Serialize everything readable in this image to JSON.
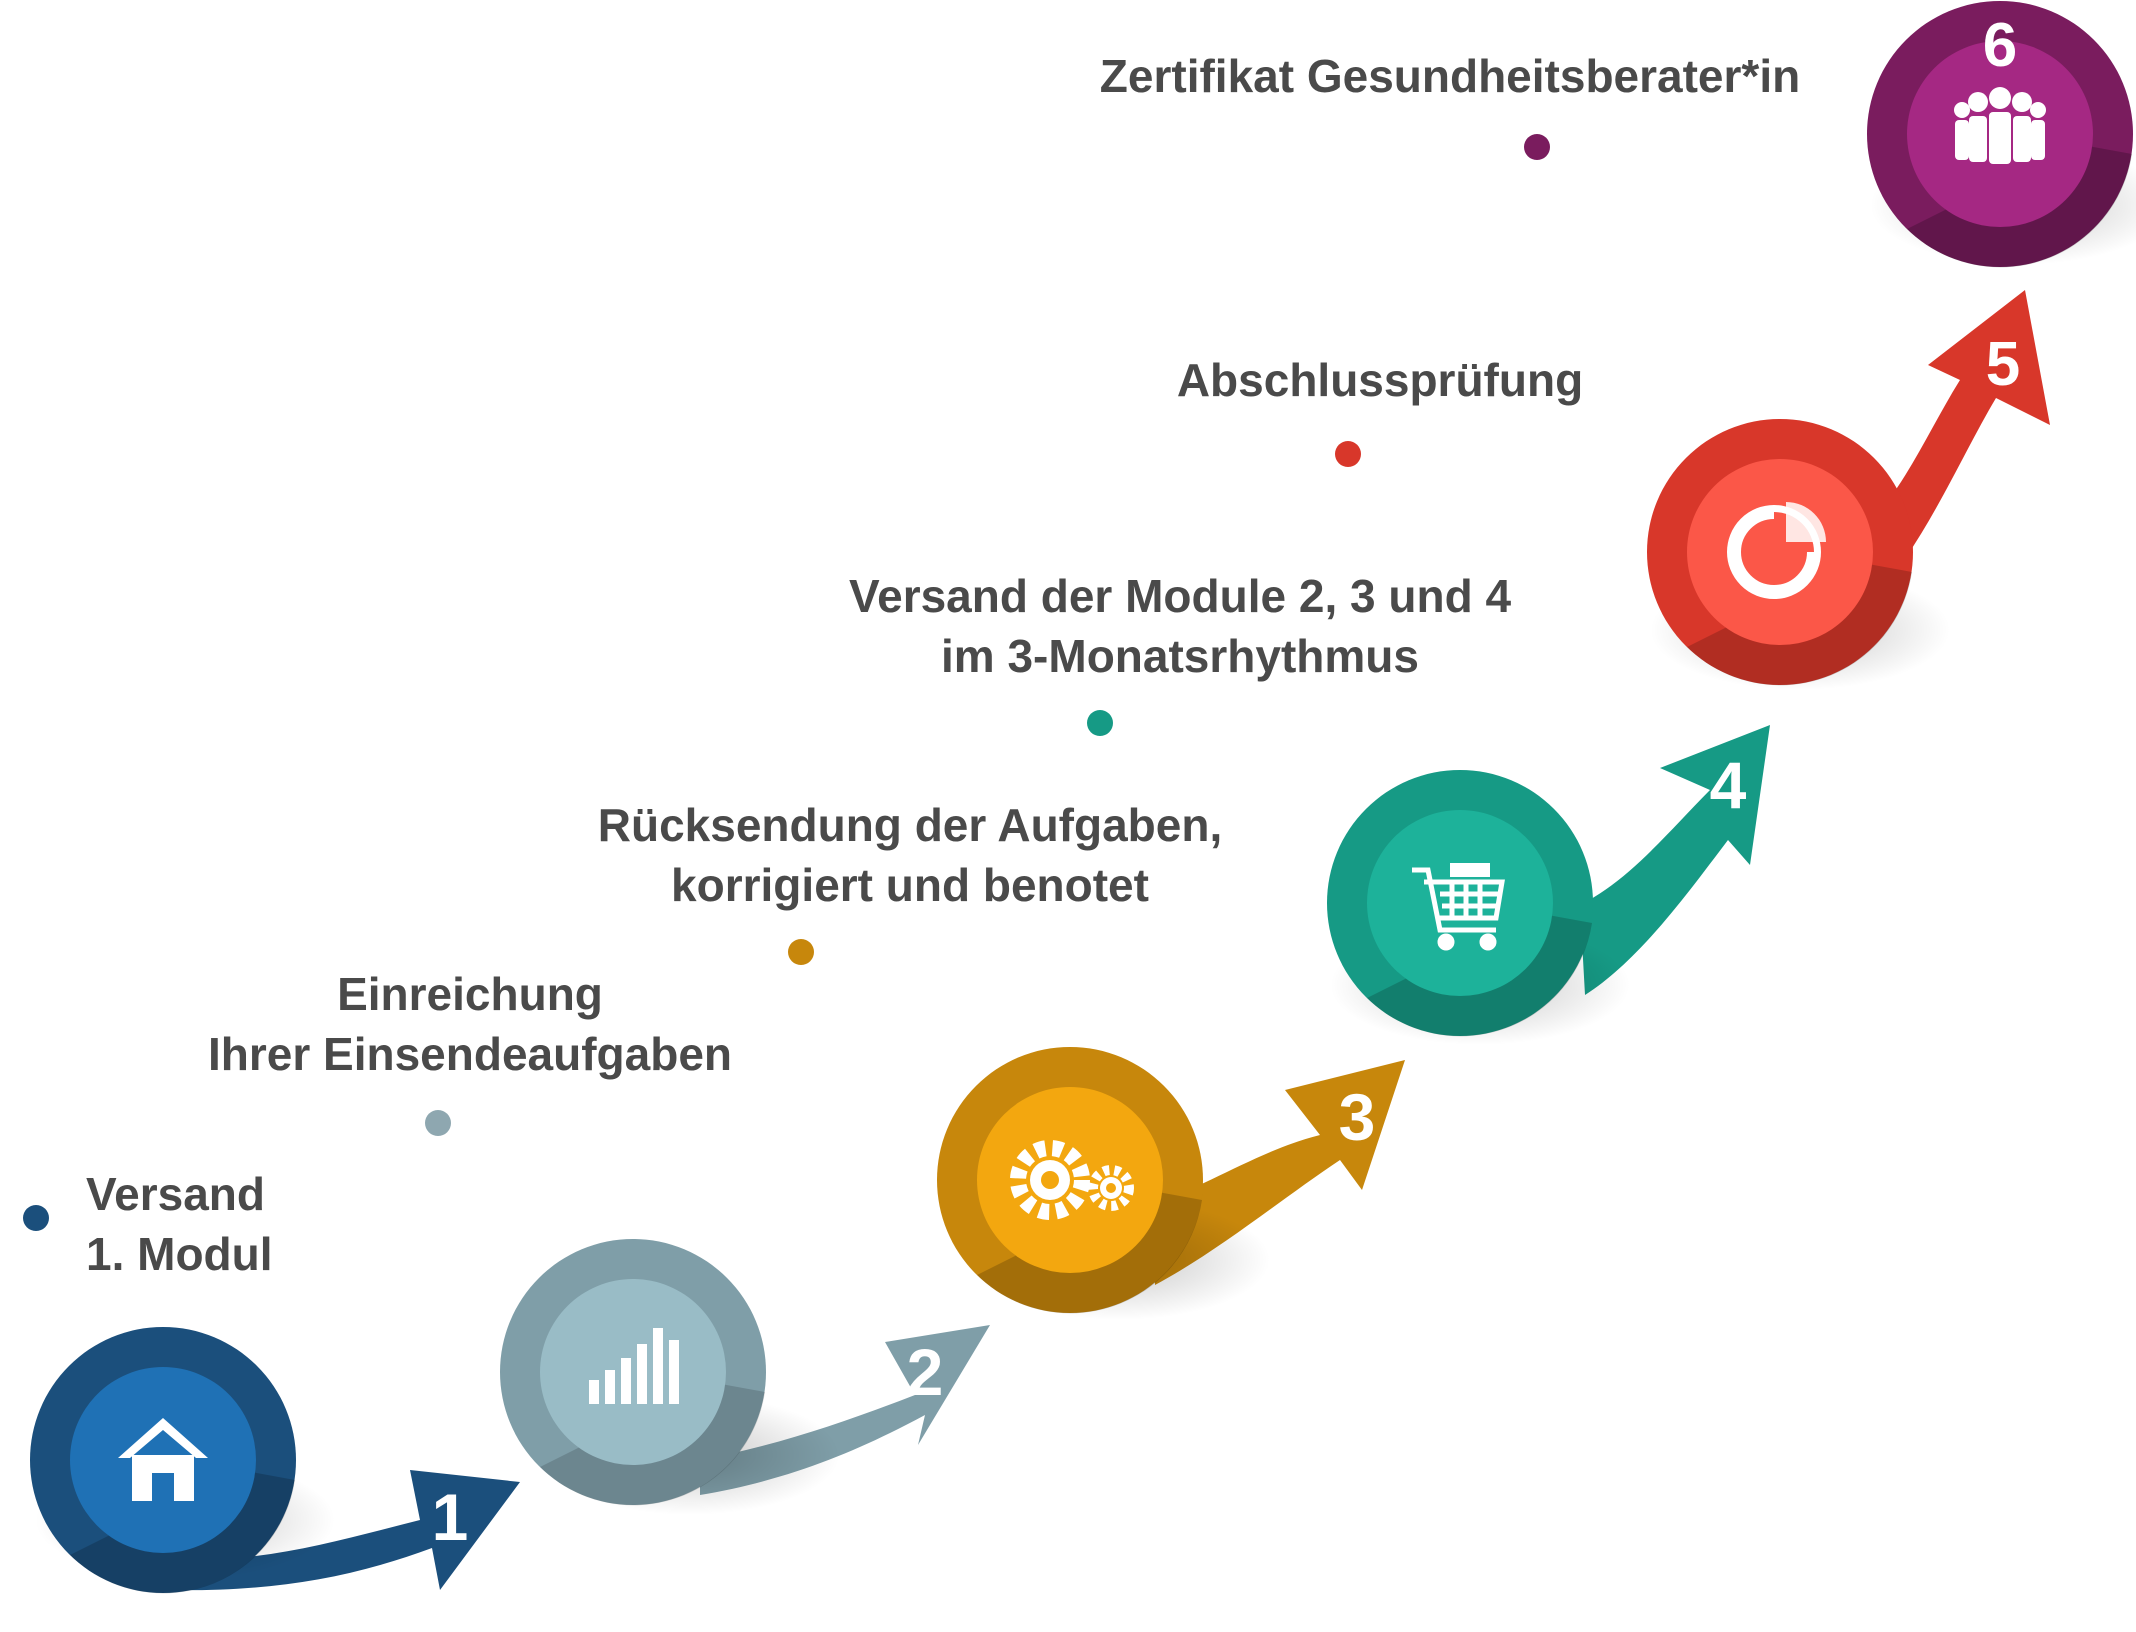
{
  "steps": [
    {
      "number": "1",
      "label_lines": [
        "Versand",
        "1. Modul"
      ],
      "icon": "home-icon",
      "colors": {
        "outer": "#1b4f7c",
        "inner": "#1f71b5",
        "arrow": "#1b4f7c",
        "dot": "#1b4f7c"
      }
    },
    {
      "number": "2",
      "label_lines": [
        "Einreichung",
        "Ihrer Einsendeaufgaben"
      ],
      "icon": "bar-chart-icon",
      "colors": {
        "outer": "#7f9ea8",
        "inner": "#99bcc6",
        "arrow": "#7f9ea8",
        "dot": "#8ea7b0"
      }
    },
    {
      "number": "3",
      "label_lines": [
        "Rücksendung der Aufgaben,",
        "korrigiert und benotet"
      ],
      "icon": "gears-icon",
      "colors": {
        "outer": "#c7870c",
        "inner": "#f3a70f",
        "arrow": "#c7870c",
        "dot": "#c7870c"
      }
    },
    {
      "number": "4",
      "label_lines": [
        "Versand der Module 2, 3 und 4",
        "im 3-Monatsrhythmus"
      ],
      "icon": "shopping-cart-icon",
      "colors": {
        "outer": "#169a85",
        "inner": "#1db29a",
        "arrow": "#169a85",
        "dot": "#169a85"
      }
    },
    {
      "number": "5",
      "label_lines": [
        "Abschlussprüfung"
      ],
      "icon": "pie-chart-icon",
      "colors": {
        "outer": "#d8372a",
        "inner": "#fb5748",
        "arrow": "#d8372a",
        "dot": "#d8372a"
      }
    },
    {
      "number": "6",
      "label_lines": [
        "Zertifikat Gesundheitsberater*in"
      ],
      "icon": "people-group-icon",
      "colors": {
        "outer": "#7a1c5e",
        "inner": "#a52883",
        "arrow": "#7a1c5e",
        "dot": "#7a1c5e"
      }
    }
  ]
}
